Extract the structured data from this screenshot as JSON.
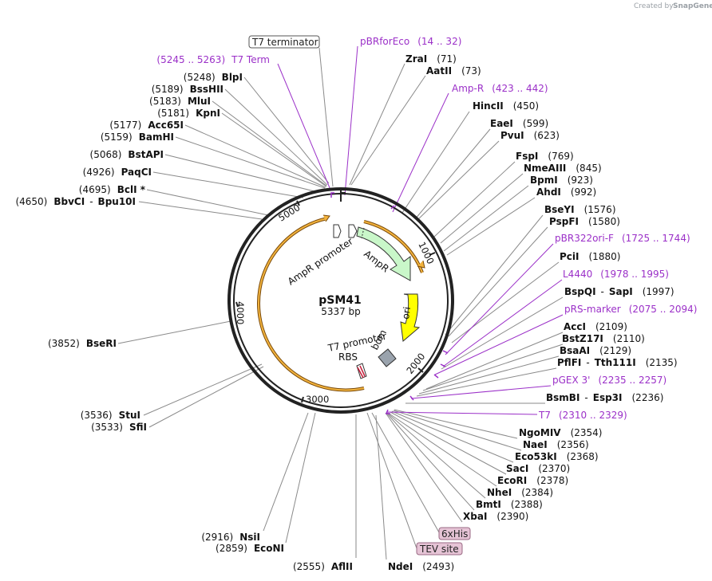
{
  "credit": {
    "prefix": "Created by",
    "brand": "SnapGene"
  },
  "plasmid": {
    "name": "pSM41",
    "length_label": "5337 bp",
    "length": 5337
  },
  "ticks": [
    "1000",
    "2000",
    "3000",
    "4000",
    "5000"
  ],
  "features": {
    "ampr": "AmpR",
    "ampr_promoter": "AmpR promoter",
    "ori": "ori",
    "bom": "bom",
    "t7_promoter": "T7 promoter",
    "rbs": "RBS"
  },
  "boxed_features": {
    "t7_terminator": "T7 terminator",
    "his6": "6xHis",
    "tev": "TEV site"
  },
  "primers": {
    "pbrforeco": {
      "name": "pBRforEco",
      "pos": "(14 .. 32)"
    },
    "t7_term": {
      "name": "T7 Term",
      "pos": "(5245 .. 5263)"
    },
    "amp_r": {
      "name": "Amp-R",
      "pos": "(423 .. 442)"
    },
    "pbr322ori_f": {
      "name": "pBR322ori-F",
      "pos": "(1725 .. 1744)"
    },
    "l4440": {
      "name": "L4440",
      "pos": "(1978 .. 1995)"
    },
    "prs_marker": {
      "name": "pRS-marker",
      "pos": "(2075 .. 2094)"
    },
    "pgex3": {
      "name": "pGEX 3'",
      "pos": "(2235 .. 2257)"
    },
    "t7": {
      "name": "T7",
      "pos": "(2310 .. 2329)"
    }
  },
  "sites_left": [
    {
      "pos": "(5248)",
      "name": "BlpI"
    },
    {
      "pos": "(5189)",
      "name": "BssHII"
    },
    {
      "pos": "(5183)",
      "name": "MluI"
    },
    {
      "pos": "(5181)",
      "name": "KpnI"
    },
    {
      "pos": "(5177)",
      "name": "Acc65I"
    },
    {
      "pos": "(5159)",
      "name": "BamHI"
    },
    {
      "pos": "(5068)",
      "name": "BstAPI"
    },
    {
      "pos": "(4926)",
      "name": "PaqCI"
    },
    {
      "pos": "(4695)",
      "name": "BclI *"
    },
    {
      "pos": "(4650)",
      "name": "BbvCI",
      "name2": "Bpu10I"
    },
    {
      "pos": "(3852)",
      "name": "BseRI"
    },
    {
      "pos": "(3536)",
      "name": "StuI"
    },
    {
      "pos": "(3533)",
      "name": "SfiI"
    },
    {
      "pos": "(2916)",
      "name": "NsiI"
    },
    {
      "pos": "(2859)",
      "name": "EcoNI"
    },
    {
      "pos": "(2555)",
      "name": "AflII"
    }
  ],
  "sites_right": [
    {
      "name": "ZraI",
      "pos": "(71)"
    },
    {
      "name": "AatII",
      "pos": "(73)"
    },
    {
      "name": "HincII",
      "pos": "(450)"
    },
    {
      "name": "EaeI",
      "pos": "(599)"
    },
    {
      "name": "PvuI",
      "pos": "(623)"
    },
    {
      "name": "FspI",
      "pos": "(769)"
    },
    {
      "name": "NmeAIII",
      "pos": "(845)"
    },
    {
      "name": "BpmI",
      "pos": "(923)"
    },
    {
      "name": "AhdI",
      "pos": "(992)"
    },
    {
      "name": "BseYI",
      "pos": "(1576)"
    },
    {
      "name": "PspFI",
      "pos": "(1580)"
    },
    {
      "name": "PciI",
      "pos": "(1880)"
    },
    {
      "name": "BspQI",
      "name2": "SapI",
      "pos": "(1997)"
    },
    {
      "name": "AccI",
      "pos": "(2109)"
    },
    {
      "name": "BstZ17I",
      "pos": "(2110)"
    },
    {
      "name": "BsaAI",
      "pos": "(2129)"
    },
    {
      "name": "PflFI",
      "name2": "Tth111I",
      "pos": "(2135)"
    },
    {
      "name": "BsmBI",
      "name2": "Esp3I",
      "pos": "(2236)"
    },
    {
      "name": "NgoMIV",
      "pos": "(2354)"
    },
    {
      "name": "NaeI",
      "pos": "(2356)"
    },
    {
      "name": "Eco53kI",
      "pos": "(2368)"
    },
    {
      "name": "SacI",
      "pos": "(2370)"
    },
    {
      "name": "EcoRI",
      "pos": "(2378)"
    },
    {
      "name": "NheI",
      "pos": "(2384)"
    },
    {
      "name": "BmtI",
      "pos": "(2388)"
    },
    {
      "name": "XbaI",
      "pos": "(2390)"
    },
    {
      "name": "NdeI",
      "pos": "(2493)"
    }
  ]
}
